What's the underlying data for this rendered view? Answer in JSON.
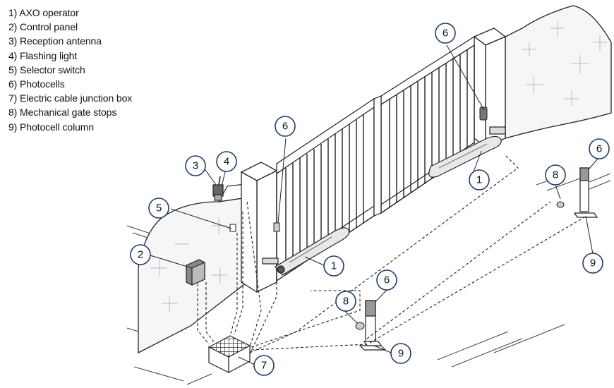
{
  "legend": [
    "1) AXO operator",
    "2) Control panel",
    "3) Reception antenna",
    "4) Flashing light",
    "5) Selector switch",
    "6) Photocells",
    "7) Electric cable junction box",
    "8) Mechanical gate stops",
    "9) Photocell column"
  ],
  "callouts": {
    "c1a": "1",
    "c1b": "1",
    "c2": "2",
    "c3": "3",
    "c4": "4",
    "c5": "5",
    "c6a": "6",
    "c6b": "6",
    "c6c": "6",
    "c6d": "6",
    "c7": "7",
    "c8a": "8",
    "c8b": "8",
    "c9a": "9",
    "c9b": "9"
  },
  "colors": {
    "callout_ring": "#1f3b73",
    "line": "#222222",
    "wall_fill": "#f6f6f6"
  }
}
